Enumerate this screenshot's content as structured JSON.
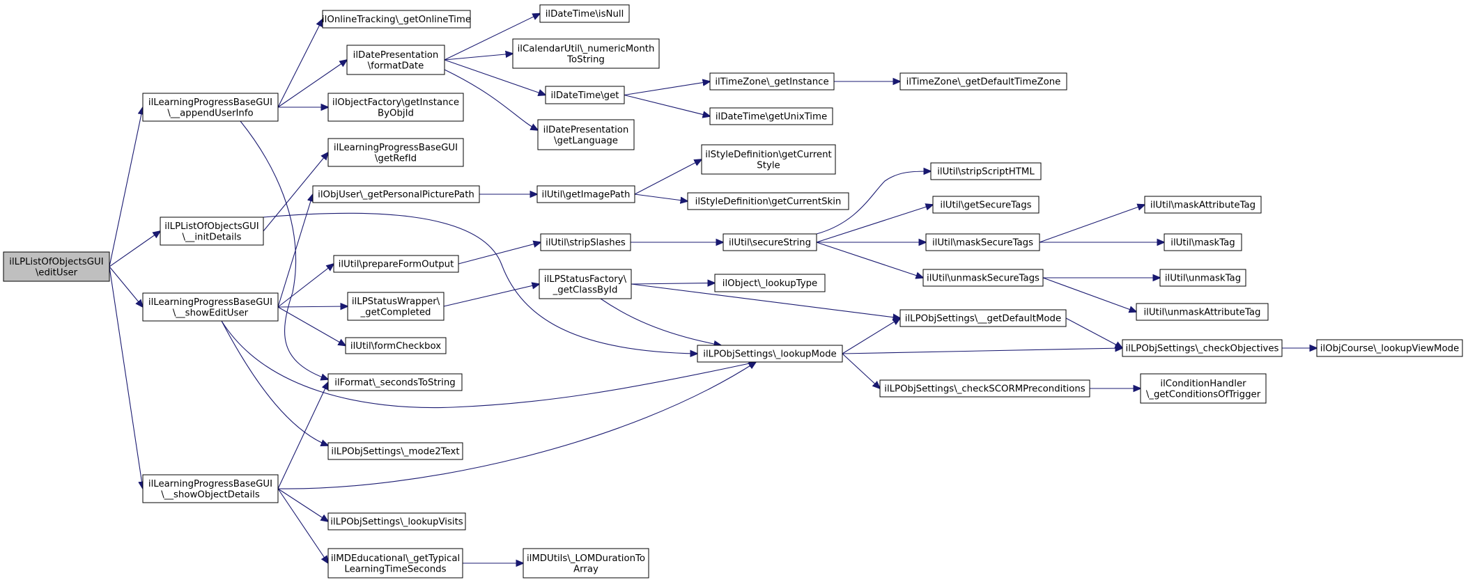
{
  "graph": {
    "colors": {
      "edge": "#191970",
      "root_fill": "#bfbfbf",
      "node_fill": "#ffffff",
      "node_border": "#000000"
    },
    "nodes": {
      "edit_user": [
        "ilLPListOfObjectsGUI",
        "\\editUser"
      ],
      "append_user_info": [
        "ilLearningProgressBaseGUI",
        "\\__appendUserInfo"
      ],
      "init_details": [
        "ilLPListOfObjectsGUI",
        "\\__initDetails"
      ],
      "show_edit_user": [
        "ilLearningProgressBaseGUI",
        "\\__showEditUser"
      ],
      "show_object_details": [
        "ilLearningProgressBaseGUI",
        "\\__showObjectDetails"
      ],
      "online_tracking": [
        "ilOnlineTracking\\_getOnlineTime"
      ],
      "format_date": [
        "ilDatePresentation",
        "\\formatDate"
      ],
      "object_factory": [
        "ilObjectFactory\\getInstance",
        "ByObjId"
      ],
      "get_ref_id": [
        "ilLearningProgressBaseGUI",
        "\\getRefId"
      ],
      "personal_picture": [
        "ilObjUser\\_getPersonalPicturePath"
      ],
      "prepare_form_output": [
        "ilUtil\\prepareFormOutput"
      ],
      "status_wrapper": [
        "ilLPStatusWrapper\\",
        "_getCompleted"
      ],
      "form_checkbox": [
        "ilUtil\\formCheckbox"
      ],
      "seconds_to_string": [
        "ilFormat\\_secondsToString"
      ],
      "mode2text": [
        "ilLPObjSettings\\_mode2Text"
      ],
      "lookup_visits": [
        "ilLPObjSettings\\_lookupVisits"
      ],
      "md_educational": [
        "ilMDEducational\\_getTypical",
        "LearningTimeSeconds"
      ],
      "lom_duration": [
        "ilMDUtils\\_LOMDurationTo",
        "Array"
      ],
      "date_is_null": [
        "ilDateTime\\isNull"
      ],
      "numeric_month": [
        "ilCalendarUtil\\_numericMonth",
        "ToString"
      ],
      "datetime_get": [
        "ilDateTime\\get"
      ],
      "get_language": [
        "ilDatePresentation",
        "\\getLanguage"
      ],
      "tz_get_instance": [
        "ilTimeZone\\_getInstance"
      ],
      "tz_default": [
        "ilTimeZone\\_getDefaultTimeZone"
      ],
      "unix_time": [
        "ilDateTime\\getUnixTime"
      ],
      "get_image_path": [
        "ilUtil\\getImagePath"
      ],
      "current_style": [
        "ilStyleDefinition\\getCurrent",
        "Style"
      ],
      "current_skin": [
        "ilStyleDefinition\\getCurrentSkin"
      ],
      "strip_slashes": [
        "ilUtil\\stripSlashes"
      ],
      "secure_string": [
        "ilUtil\\secureString"
      ],
      "strip_script_html": [
        "ilUtil\\stripScriptHTML"
      ],
      "get_secure_tags": [
        "ilUtil\\getSecureTags"
      ],
      "mask_secure_tags": [
        "ilUtil\\maskSecureTags"
      ],
      "unmask_secure_tags": [
        "ilUtil\\unmaskSecureTags"
      ],
      "mask_attribute_tag": [
        "ilUtil\\maskAttributeTag"
      ],
      "mask_tag": [
        "ilUtil\\maskTag"
      ],
      "unmask_tag": [
        "ilUtil\\unmaskTag"
      ],
      "unmask_attribute_tag": [
        "ilUtil\\unmaskAttributeTag"
      ],
      "status_factory": [
        "ilLPStatusFactory\\",
        "_getClassById"
      ],
      "lookup_type": [
        "ilObject\\_lookupType"
      ],
      "lookup_mode": [
        "ilLPObjSettings\\_lookupMode"
      ],
      "get_default_mode": [
        "ilLPObjSettings\\__getDefaultMode"
      ],
      "check_objectives": [
        "ilLPObjSettings\\_checkObjectives"
      ],
      "lookup_view_mode": [
        "ilObjCourse\\_lookupViewMode"
      ],
      "check_scorm": [
        "ilLPObjSettings\\_checkSCORMPreconditions"
      ],
      "condition_handler": [
        "ilConditionHandler",
        "\\_getConditionsOfTrigger"
      ]
    },
    "edges": [
      [
        "edit_user",
        "append_user_info"
      ],
      [
        "edit_user",
        "init_details"
      ],
      [
        "edit_user",
        "show_edit_user"
      ],
      [
        "edit_user",
        "show_object_details"
      ],
      [
        "append_user_info",
        "online_tracking"
      ],
      [
        "append_user_info",
        "format_date"
      ],
      [
        "append_user_info",
        "object_factory"
      ],
      [
        "append_user_info",
        "seconds_to_string"
      ],
      [
        "init_details",
        "get_ref_id"
      ],
      [
        "init_details",
        "lookup_mode"
      ],
      [
        "show_edit_user",
        "personal_picture"
      ],
      [
        "show_edit_user",
        "prepare_form_output"
      ],
      [
        "show_edit_user",
        "status_wrapper"
      ],
      [
        "show_edit_user",
        "form_checkbox"
      ],
      [
        "show_edit_user",
        "mode2text"
      ],
      [
        "show_edit_user",
        "lookup_mode"
      ],
      [
        "show_object_details",
        "seconds_to_string"
      ],
      [
        "show_object_details",
        "lookup_visits"
      ],
      [
        "show_object_details",
        "md_educational"
      ],
      [
        "show_object_details",
        "lookup_mode"
      ],
      [
        "format_date",
        "date_is_null"
      ],
      [
        "format_date",
        "numeric_month"
      ],
      [
        "format_date",
        "datetime_get"
      ],
      [
        "format_date",
        "get_language"
      ],
      [
        "datetime_get",
        "tz_get_instance"
      ],
      [
        "datetime_get",
        "unix_time"
      ],
      [
        "tz_get_instance",
        "tz_default"
      ],
      [
        "personal_picture",
        "get_image_path"
      ],
      [
        "get_image_path",
        "current_style"
      ],
      [
        "get_image_path",
        "current_skin"
      ],
      [
        "prepare_form_output",
        "strip_slashes"
      ],
      [
        "strip_slashes",
        "secure_string"
      ],
      [
        "secure_string",
        "strip_script_html"
      ],
      [
        "secure_string",
        "get_secure_tags"
      ],
      [
        "secure_string",
        "mask_secure_tags"
      ],
      [
        "secure_string",
        "unmask_secure_tags"
      ],
      [
        "mask_secure_tags",
        "mask_attribute_tag"
      ],
      [
        "mask_secure_tags",
        "mask_tag"
      ],
      [
        "unmask_secure_tags",
        "unmask_tag"
      ],
      [
        "unmask_secure_tags",
        "unmask_attribute_tag"
      ],
      [
        "status_wrapper",
        "status_factory"
      ],
      [
        "status_factory",
        "lookup_type"
      ],
      [
        "status_factory",
        "get_default_mode"
      ],
      [
        "status_factory",
        "lookup_mode"
      ],
      [
        "lookup_mode",
        "get_default_mode"
      ],
      [
        "lookup_mode",
        "check_objectives"
      ],
      [
        "lookup_mode",
        "check_scorm"
      ],
      [
        "get_default_mode",
        "check_objectives"
      ],
      [
        "check_objectives",
        "lookup_view_mode"
      ],
      [
        "check_scorm",
        "condition_handler"
      ],
      [
        "md_educational",
        "lom_duration"
      ]
    ]
  }
}
